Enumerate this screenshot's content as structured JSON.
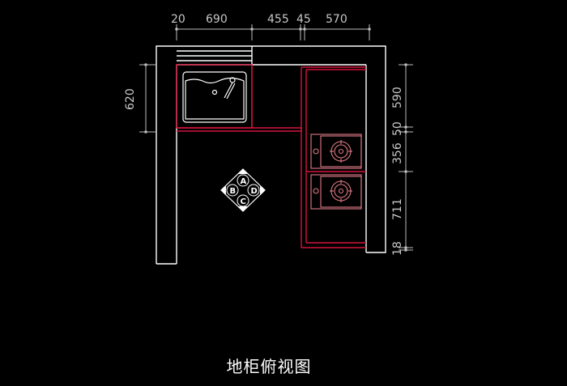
{
  "drawing": {
    "title": "地柜俯视图",
    "top_dimensions": [
      "20",
      "690",
      "455",
      "45",
      "570"
    ],
    "left_dimensions": [
      "620"
    ],
    "right_dimensions": [
      "590",
      "50",
      "356",
      "711",
      "18"
    ],
    "marker_labels": {
      "top": "A",
      "left": "B",
      "right": "D",
      "bottom": "C"
    },
    "colors": {
      "background": "#000000",
      "outline": "#ffffff",
      "cabinet": "#d4143c",
      "appliance": "#e07a86",
      "dimension": "#bdbdbd"
    }
  }
}
